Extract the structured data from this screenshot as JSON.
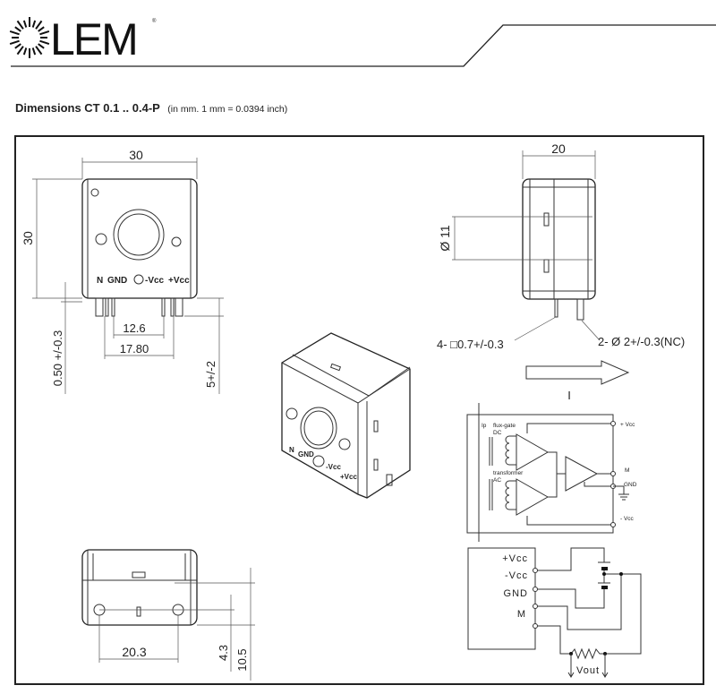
{
  "header": {
    "logo_text": "LEM",
    "registered_mark": "®",
    "title_bold": "Dimensions  CT 0.1 .. 0.4-P",
    "title_note": "(in mm. 1 mm = 0.0394 inch)"
  },
  "front_view": {
    "width_dim": "30",
    "height_dim": "30",
    "pin_offset_dim": "0.50  +/-0.3",
    "pin_spacing_inner": "12.6",
    "pin_spacing_outer": "17.80",
    "pin_length_dim": "5+/-2",
    "pin_labels": [
      "N",
      "GND",
      "-Vcc",
      "+Vcc"
    ]
  },
  "side_view": {
    "depth_dim": "20",
    "aperture_dim": "Ø 11",
    "pin_square_note": "4- □0.7+/-0.3",
    "pin_round_note": "2- Ø 2+/-0.3(NC)",
    "current_label": "I"
  },
  "isometric_view": {
    "pin_labels": [
      "N",
      "GND",
      "-Vcc",
      "+Vcc"
    ]
  },
  "bottom_view": {
    "hole_spacing_dim": "20.3",
    "dim_a": "4.3",
    "dim_b": "10.5"
  },
  "block_diagram": {
    "ip_label": "Ip",
    "fluxgate_label": "flux-gate",
    "dc_label": "DC",
    "transformer_label": "transformer",
    "ac_label": "AC",
    "terminals": [
      "+ Vcc",
      "M",
      "GND",
      "- Vcc"
    ]
  },
  "connection_diagram": {
    "terminals": [
      "+Vcc",
      "-Vcc",
      "GND",
      "M"
    ],
    "output_label": "Vout"
  }
}
